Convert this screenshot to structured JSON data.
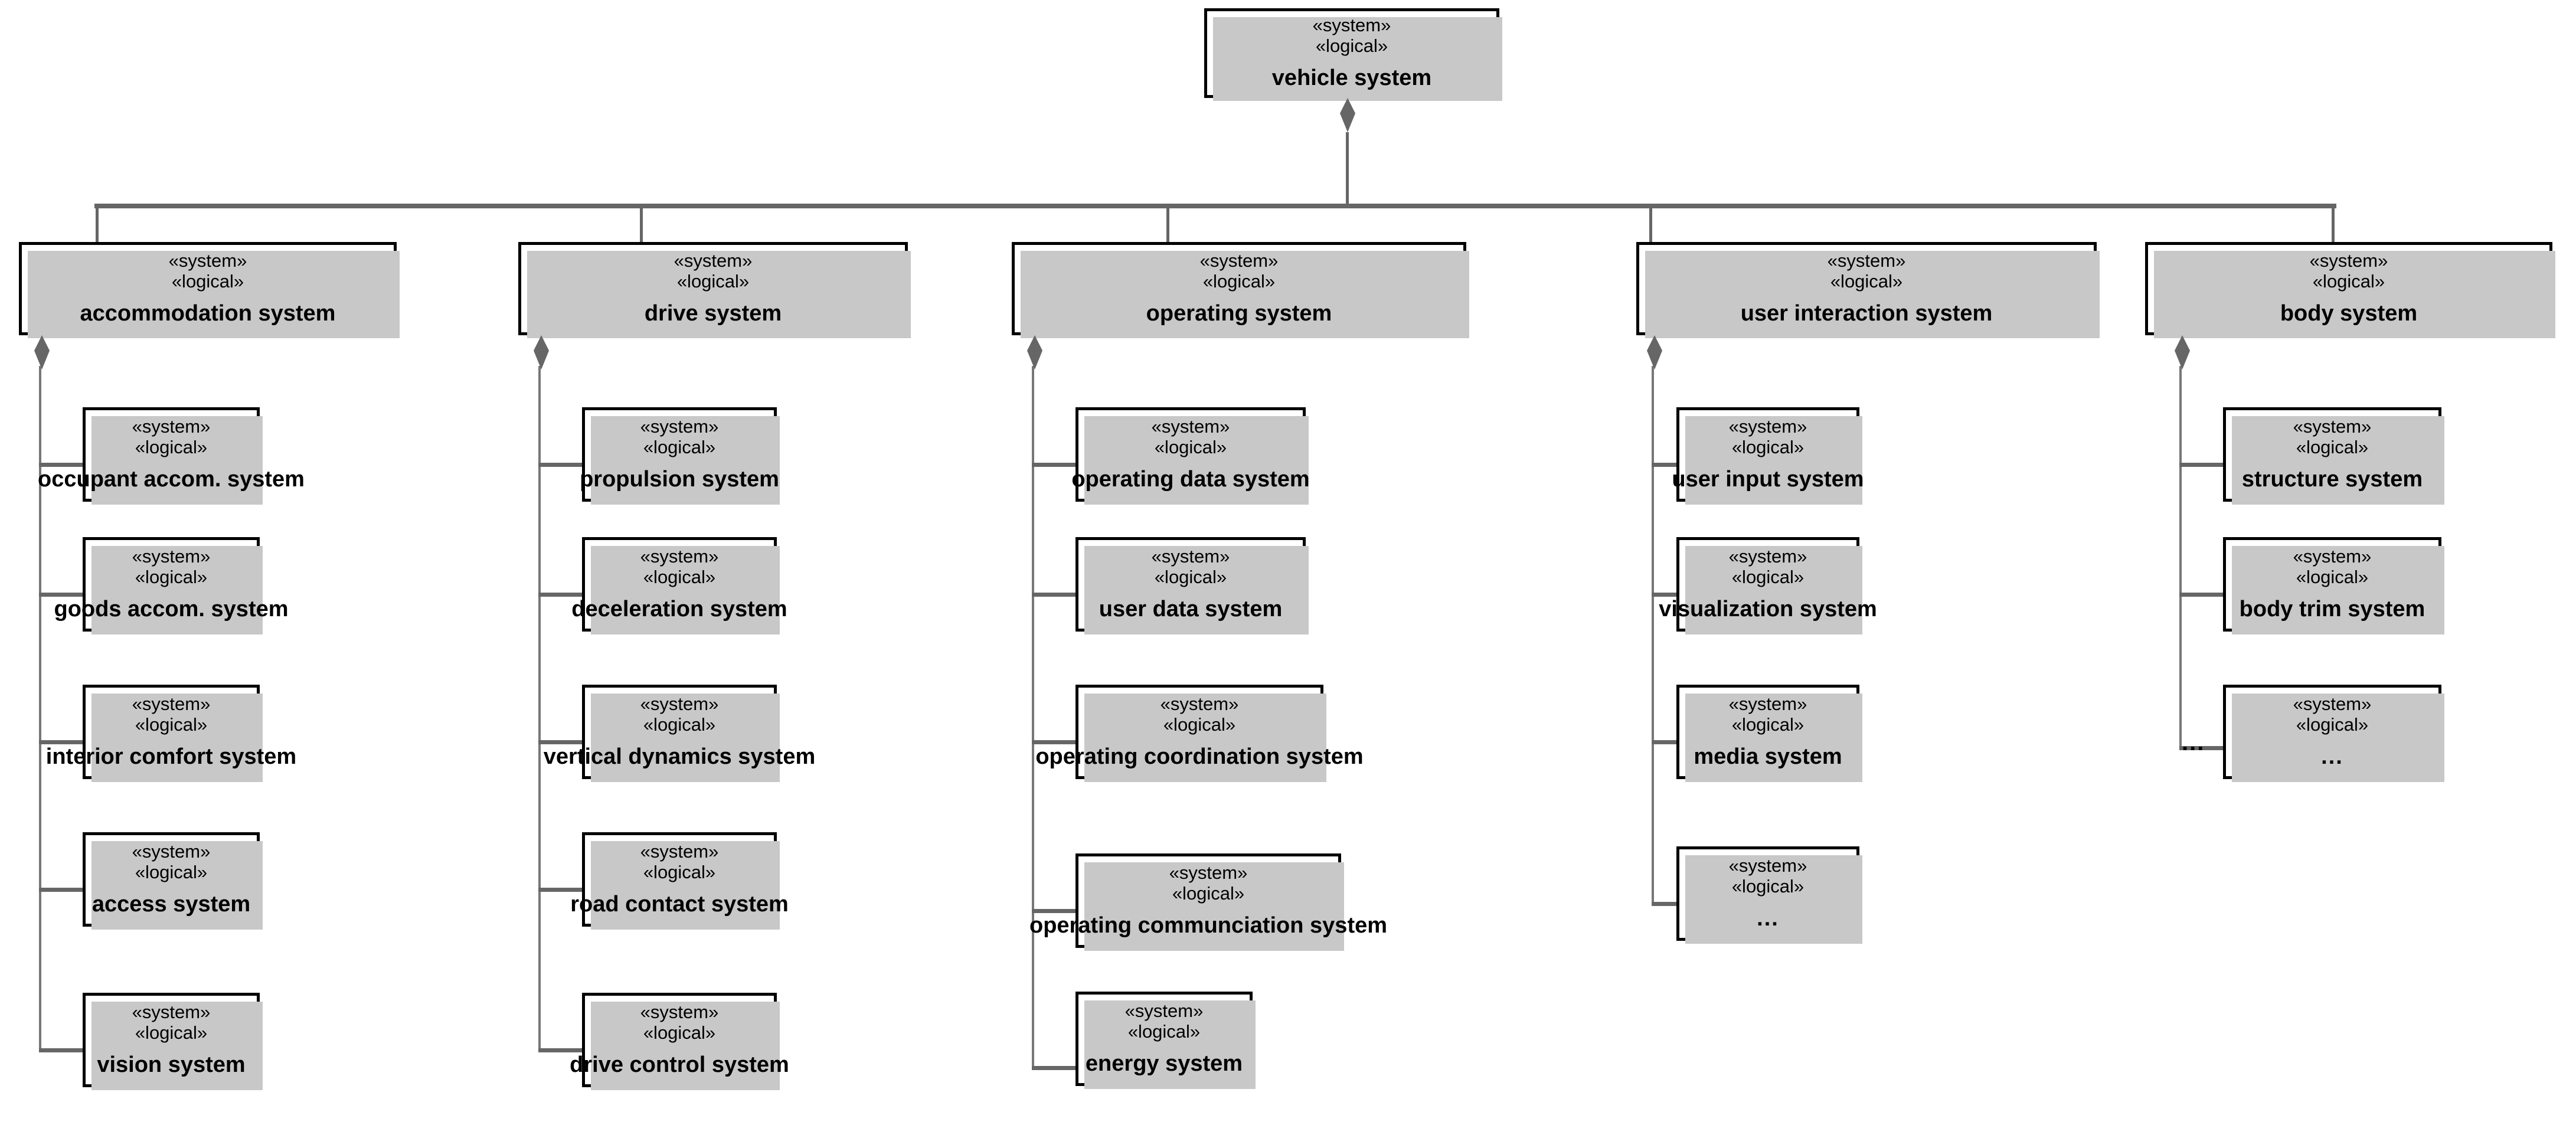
{
  "diagram": {
    "stereotypes": {
      "system": "«system»",
      "logical": "«logical»"
    },
    "colors": {
      "box_border": "#000000",
      "box_fill": "#ffffff",
      "connector": "#666666",
      "shadow": "#c8c8c8"
    }
  },
  "root": {
    "stereo1": "«system»",
    "stereo2": "«logical»",
    "name": "vehicle system"
  },
  "branches": [
    {
      "stereo1": "«system»",
      "stereo2": "«logical»",
      "name": "accommodation system",
      "children": [
        {
          "stereo1": "«system»",
          "stereo2": "«logical»",
          "name": "occupant accom. system"
        },
        {
          "stereo1": "«system»",
          "stereo2": "«logical»",
          "name": "goods accom. system"
        },
        {
          "stereo1": "«system»",
          "stereo2": "«logical»",
          "name": "interior comfort system"
        },
        {
          "stereo1": "«system»",
          "stereo2": "«logical»",
          "name": "access system"
        },
        {
          "stereo1": "«system»",
          "stereo2": "«logical»",
          "name": "vision system"
        }
      ]
    },
    {
      "stereo1": "«system»",
      "stereo2": "«logical»",
      "name": "drive system",
      "children": [
        {
          "stereo1": "«system»",
          "stereo2": "«logical»",
          "name": "propulsion system"
        },
        {
          "stereo1": "«system»",
          "stereo2": "«logical»",
          "name": "deceleration system"
        },
        {
          "stereo1": "«system»",
          "stereo2": "«logical»",
          "name": "vertical dynamics system"
        },
        {
          "stereo1": "«system»",
          "stereo2": "«logical»",
          "name": "road contact system"
        },
        {
          "stereo1": "«system»",
          "stereo2": "«logical»",
          "name": "drive control system"
        }
      ]
    },
    {
      "stereo1": "«system»",
      "stereo2": "«logical»",
      "name": "operating system",
      "children": [
        {
          "stereo1": "«system»",
          "stereo2": "«logical»",
          "name": "operating data system"
        },
        {
          "stereo1": "«system»",
          "stereo2": "«logical»",
          "name": "user data system"
        },
        {
          "stereo1": "«system»",
          "stereo2": "«logical»",
          "name": "operating coordination system"
        },
        {
          "stereo1": "«system»",
          "stereo2": "«logical»",
          "name": "operating communciation system"
        },
        {
          "stereo1": "«system»",
          "stereo2": "«logical»",
          "name": "energy system"
        }
      ]
    },
    {
      "stereo1": "«system»",
      "stereo2": "«logical»",
      "name": "user interaction system",
      "children": [
        {
          "stereo1": "«system»",
          "stereo2": "«logical»",
          "name": "user input system"
        },
        {
          "stereo1": "«system»",
          "stereo2": "«logical»",
          "name": "visualization system"
        },
        {
          "stereo1": "«system»",
          "stereo2": "«logical»",
          "name": "media system"
        },
        {
          "stereo1": "«system»",
          "stereo2": "«logical»",
          "name": "..."
        }
      ]
    },
    {
      "stereo1": "«system»",
      "stereo2": "«logical»",
      "name": "body system",
      "children": [
        {
          "stereo1": "«system»",
          "stereo2": "«logical»",
          "name": "structure system"
        },
        {
          "stereo1": "«system»",
          "stereo2": "«logical»",
          "name": "body trim system"
        },
        {
          "stereo1": "«system»",
          "stereo2": "«logical»",
          "name": "..."
        }
      ]
    }
  ],
  "annotations": [
    {
      "text": "...",
      "meaning": "elided-children-marker"
    }
  ]
}
